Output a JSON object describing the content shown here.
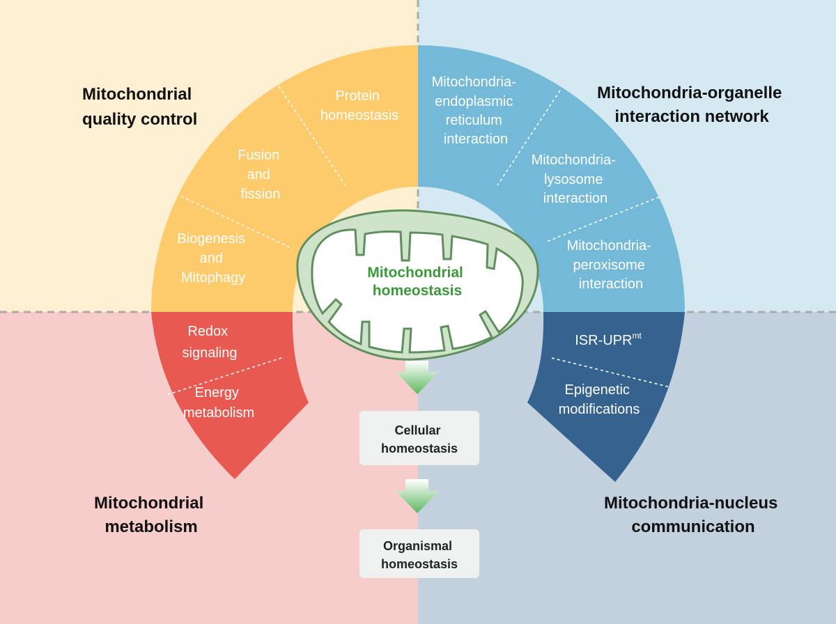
{
  "colors": {
    "bg_quality": "#fdefd2",
    "bg_organelle": "#d5e9f2",
    "bg_metabolism": "#f7cdcb",
    "bg_nucleus": "#c3d0de",
    "arc_quality": "#fdcb6c",
    "arc_organelle": "#74bad8",
    "arc_metabolism": "#e85a51",
    "arc_nucleus": "#35628f",
    "mito_outer": "#cfe3cb",
    "mito_stroke": "#5f8f5c",
    "center_text": "#3a9a3a",
    "arrow": "#5cb85c",
    "box_fill": "#eef1ef"
  },
  "quadrants": {
    "quality_control": {
      "title_lines": [
        "Mitochondrial",
        "quality control"
      ]
    },
    "organelle_network": {
      "title_lines": [
        "Mitochondria-organelle",
        "interaction network"
      ]
    },
    "metabolism": {
      "title_lines": [
        "Mitochondrial",
        "metabolism"
      ]
    },
    "nucleus_comm": {
      "title_lines": [
        "Mitochondria-nucleus",
        "communication"
      ]
    }
  },
  "segments": {
    "protein_homeostasis": [
      "Protein",
      "homeostasis"
    ],
    "fusion_fission": [
      "Fusion",
      "and",
      "fission"
    ],
    "biogenesis_mitophagy": [
      "Biogenesis",
      "and",
      "Mitophagy"
    ],
    "er_interaction": [
      "Mitochondria-",
      "endoplasmic",
      "reticulum",
      "interaction"
    ],
    "lysosome_interaction": [
      "Mitochondria-",
      "lysosome",
      "interaction"
    ],
    "peroxisome_interaction": [
      "Mitochondria-",
      "peroxisome",
      "interaction"
    ],
    "redox_signaling": [
      "Redox",
      "signaling"
    ],
    "energy_metabolism": [
      "Energy",
      "metabolism"
    ],
    "isr_upr": {
      "main": "ISR-UPR",
      "sup": "mt"
    },
    "epigenetic": [
      "Epigenetic",
      "modifications"
    ]
  },
  "center": {
    "lines": [
      "Mitochondrial",
      "homeostasis"
    ]
  },
  "outcomes": {
    "cellular": [
      "Cellular",
      "homeostasis"
    ],
    "organismal": [
      "Organismal",
      "homeostasis"
    ]
  }
}
